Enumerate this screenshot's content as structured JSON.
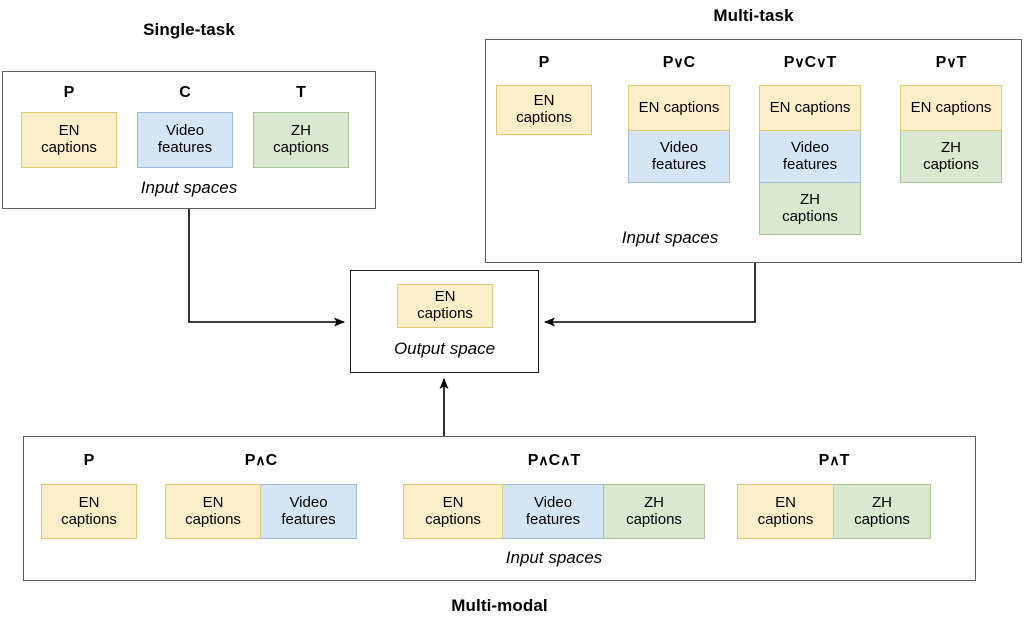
{
  "figure": {
    "sections": {
      "single_task": {
        "title": "Single-task",
        "caption": "Input spaces",
        "columns": [
          {
            "symbol": "P",
            "chips": [
              {
                "kind": "en",
                "line1": "EN",
                "line2": "captions"
              }
            ]
          },
          {
            "symbol": "C",
            "chips": [
              {
                "kind": "vid",
                "line1": "Video",
                "line2": "features"
              }
            ]
          },
          {
            "symbol": "T",
            "chips": [
              {
                "kind": "zh",
                "line1": "ZH",
                "line2": "captions"
              }
            ]
          }
        ]
      },
      "multi_task": {
        "title": "Multi-task",
        "caption": "Input spaces",
        "operator": "∨",
        "columns": [
          {
            "symbol_parts": [
              "P"
            ],
            "chips": [
              {
                "kind": "en",
                "line1": "EN",
                "line2": "captions"
              }
            ]
          },
          {
            "symbol_parts": [
              "P",
              "C"
            ],
            "chips": [
              {
                "kind": "en",
                "line1": "EN captions",
                "line2": ""
              },
              {
                "kind": "vid",
                "line1": "Video",
                "line2": "features"
              }
            ]
          },
          {
            "symbol_parts": [
              "P",
              "C",
              "T"
            ],
            "chips": [
              {
                "kind": "en",
                "line1": "EN captions",
                "line2": ""
              },
              {
                "kind": "vid",
                "line1": "Video",
                "line2": "features"
              },
              {
                "kind": "zh",
                "line1": "ZH",
                "line2": "captions"
              }
            ]
          },
          {
            "symbol_parts": [
              "P",
              "T"
            ],
            "chips": [
              {
                "kind": "en",
                "line1": "EN captions",
                "line2": ""
              },
              {
                "kind": "zh",
                "line1": "ZH",
                "line2": "captions"
              }
            ]
          }
        ]
      },
      "multi_modal": {
        "title": "Multi-modal",
        "caption": "Input spaces",
        "operator": "∧",
        "columns": [
          {
            "symbol_parts": [
              "P"
            ],
            "chips": [
              {
                "kind": "en",
                "line1": "EN",
                "line2": "captions"
              }
            ]
          },
          {
            "symbol_parts": [
              "P",
              "C"
            ],
            "chips": [
              {
                "kind": "en",
                "line1": "EN",
                "line2": "captions"
              },
              {
                "kind": "vid",
                "line1": "Video",
                "line2": "features"
              }
            ]
          },
          {
            "symbol_parts": [
              "P",
              "C",
              "T"
            ],
            "chips": [
              {
                "kind": "en",
                "line1": "EN",
                "line2": "captions"
              },
              {
                "kind": "vid",
                "line1": "Video",
                "line2": "features"
              },
              {
                "kind": "zh",
                "line1": "ZH",
                "line2": "captions"
              }
            ]
          },
          {
            "symbol_parts": [
              "P",
              "T"
            ],
            "chips": [
              {
                "kind": "en",
                "line1": "EN",
                "line2": "captions"
              },
              {
                "kind": "zh",
                "line1": "ZH",
                "line2": "captions"
              }
            ]
          }
        ]
      },
      "output": {
        "caption": "Output space",
        "chip": {
          "kind": "en",
          "line1": "EN",
          "line2": "captions"
        }
      }
    },
    "arrows": [
      {
        "name": "single-task-to-output",
        "from": "single-task",
        "to": "output-space"
      },
      {
        "name": "multi-task-to-output",
        "from": "multi-task",
        "to": "output-space"
      },
      {
        "name": "multi-modal-to-output",
        "from": "multi-modal",
        "to": "output-space"
      }
    ],
    "colors": {
      "en_fill": "#fbeec8",
      "en_border": "#e0c877",
      "video_fill": "#d6e5f6",
      "video_border": "#a3bcd9",
      "zh_fill": "#dbe8d1",
      "zh_border": "#aac79b",
      "frame_border": "#5e5e5e",
      "arrow": "#000000",
      "background": "#ffffff"
    }
  }
}
